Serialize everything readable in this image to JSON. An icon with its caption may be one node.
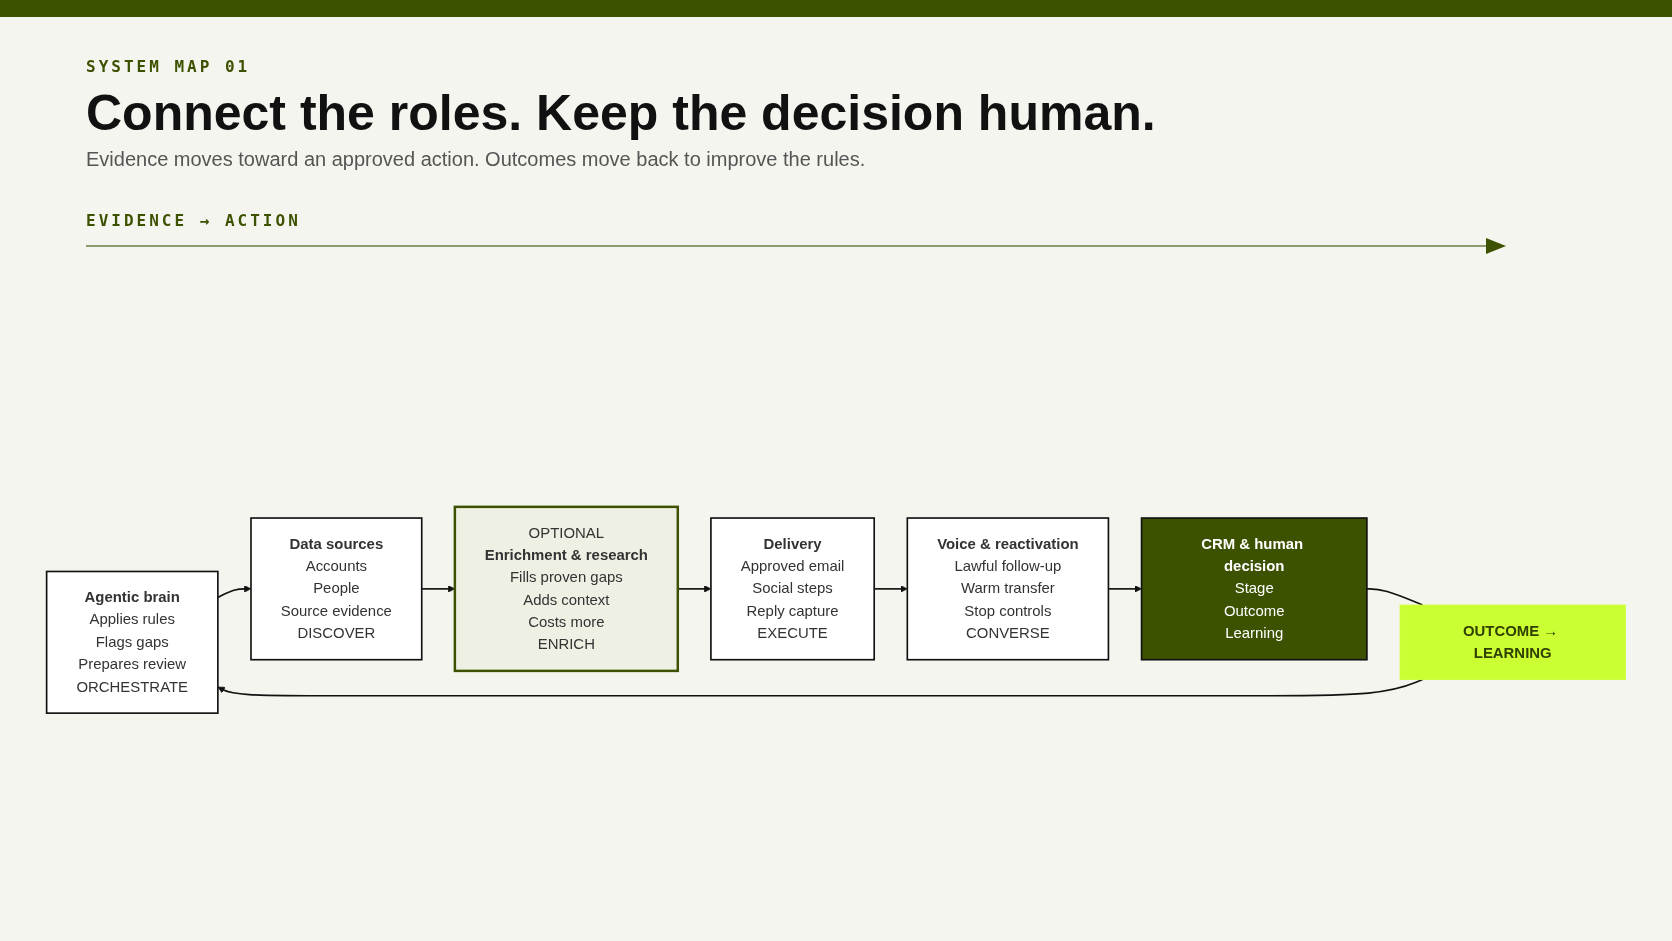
{
  "diagram": {
    "title": "Connect the roles. Keep the decision human.",
    "nodes": [
      {
        "text": [
          "Agentic brain",
          "Applies rules",
          "Flags gaps",
          "Prepares review",
          "ORCHESTRATE"
        ]
      },
      {
        "text": [
          "Data sources",
          "Accounts",
          "People",
          "Source evidence",
          "DISCOVER"
        ]
      },
      {
        "text": [
          "OPTIONAL",
          "Enrichment & research",
          "Fills proven gaps",
          "Adds context",
          "Costs more",
          "ENRICH"
        ]
      },
      {
        "text": [
          "Delivery",
          "Approved email",
          "Social steps",
          "Reply capture",
          "EXECUTE"
        ]
      },
      {
        "text": [
          "Voice & reactivation",
          "Lawful follow-up",
          "Warm transfer",
          "Stop controls",
          "CONVERSE"
        ]
      },
      {
        "text": [
          "CRM & human decision",
          "Stage",
          "Outcome",
          "Learning"
        ]
      },
      {
        "text": [
          "OUTCOME → LEARNING"
        ]
      }
    ],
    "edges": [
      {
        "from": 0,
        "to": 1,
        "arrow": "to"
      },
      {
        "from": 1,
        "to": 2,
        "arrow": "to"
      },
      {
        "from": 2,
        "to": 3,
        "arrow": "to"
      },
      {
        "from": 3,
        "to": 4,
        "arrow": "to"
      },
      {
        "from": 4,
        "to": 5,
        "arrow": "to"
      },
      {
        "from": 5,
        "to": 6,
        "arrow": "none"
      },
      {
        "from": 6,
        "to": 0,
        "arrow": "to"
      }
    ],
    "labels": [
      "SYSTEM MAP 01",
      "Evidence moves toward an approved action. Outcomes move back to improve the rules.",
      "EVIDENCE → ACTION"
    ]
  }
}
